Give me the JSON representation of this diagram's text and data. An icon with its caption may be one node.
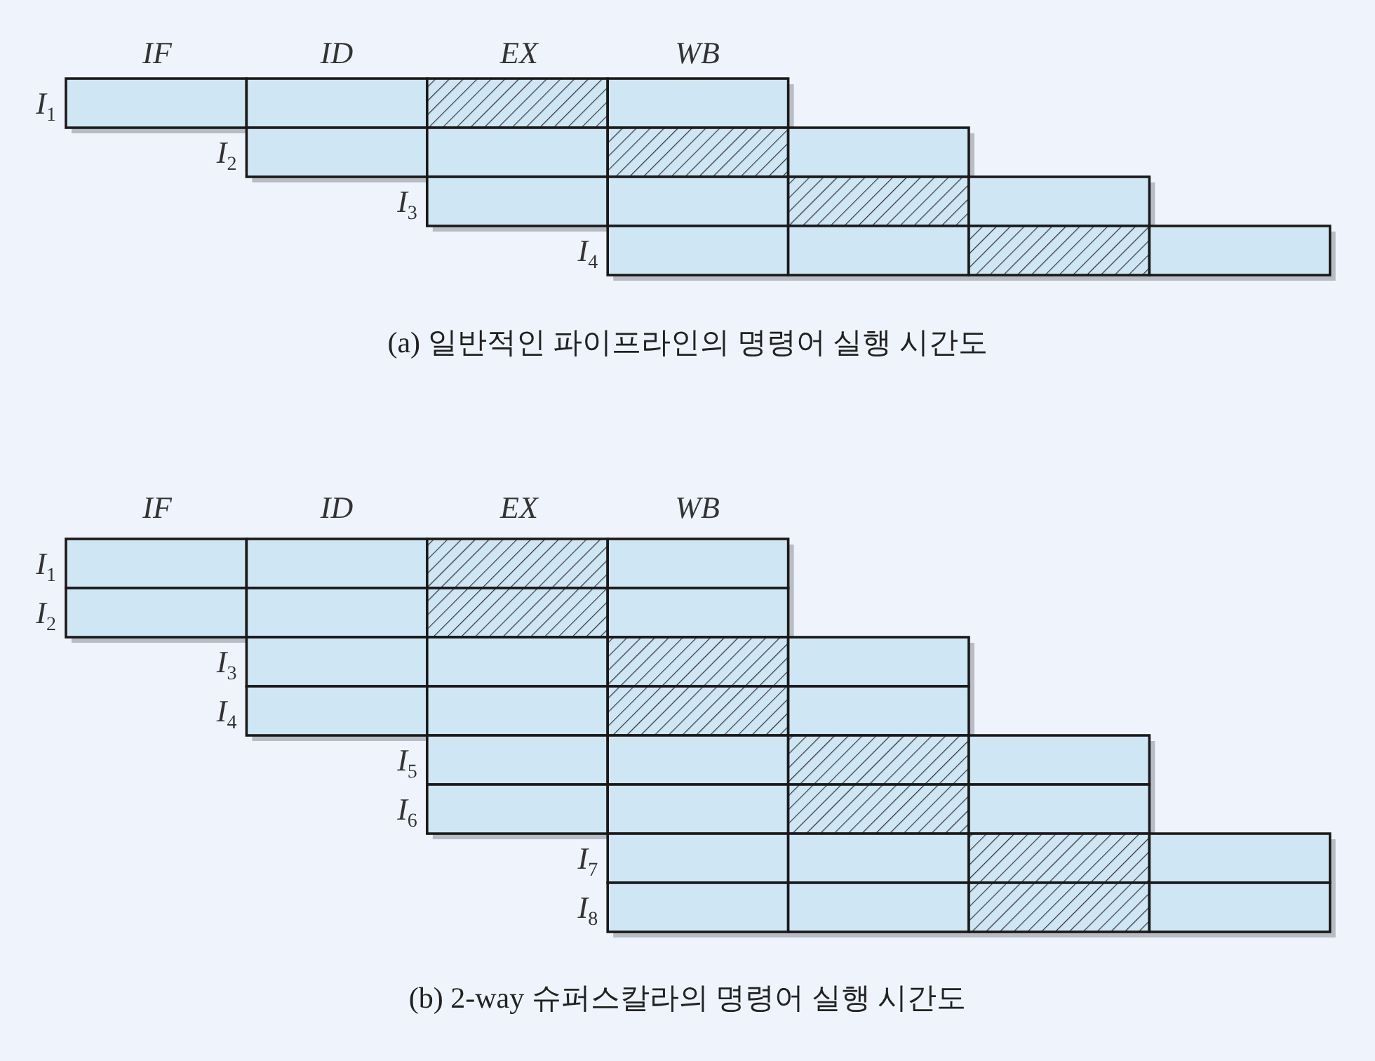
{
  "diagram": {
    "labels": [
      "IF",
      "ID",
      "EX",
      "WB",
      "*I*$_{1}$",
      "*I*$_{2}$",
      "*I*$_{3}$",
      "*I*$_{4}$",
      "(a) 일반적인 파이프라인의 명령어 실행 시간도",
      "IF",
      "ID",
      "EX",
      "WB",
      "*I*$_{1}$",
      "*I*$_{2}$",
      "*I*$_{3}$",
      "*I*$_{4}$",
      "*I*$_{5}$",
      "*I*$_{6}$",
      "*I*$_{7}$",
      "*I*$_{8}$",
      "(b) 2-way 슈퍼스칼라의 명령어 실행 시간도"
    ]
  }
}
